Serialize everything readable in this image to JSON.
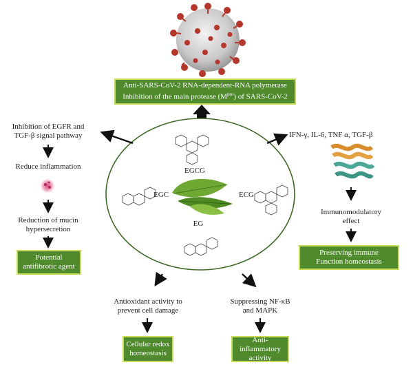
{
  "top_box": {
    "line1": "Anti-SARS-CoV-2 RNA-dependent-RNA polymerase",
    "line2_pre": "Inhibition of the main protease (M",
    "line2_sup": "pro",
    "line2_post": ") of SARS-CoV-2"
  },
  "molecules": {
    "egcg": "EGCG",
    "egc": "EGC",
    "ecg": "ECG",
    "eg": "EG"
  },
  "left_branch": {
    "step1_line1": "Inhibition of EGFR and",
    "step1_line2": "TGF-β signal pathway",
    "step2": "Reduce inflammation",
    "step3_line1": "Reduction of mucin",
    "step3_line2": "hypersecretion",
    "box_line1": "Potential",
    "box_line2": "antifibrotic agent"
  },
  "right_branch": {
    "step1": "IFN-γ, IL-6, TNF α, TGF-β",
    "step2_line1": "Immunomodulatory",
    "step2_line2": "effect",
    "box_line1": "Preserving immune",
    "box_line2": "Function homeostasis"
  },
  "bottom_left_branch": {
    "step1_line1": "Antioxidant activity to",
    "step1_line2": "prevent cell damage",
    "box_line1": "Cellular redox",
    "box_line2": "homeostasis"
  },
  "bottom_right_branch": {
    "step1_line1": "Suppressing NF-κB",
    "step1_line2": "and MAPK",
    "box_line1": "Anti-inflammatory",
    "box_line2": "activity"
  },
  "colors": {
    "box_fill": "#4f8a2c",
    "box_border": "#c8dc5a",
    "ellipse_stroke": "#3d6b25",
    "arrow": "#111111"
  }
}
